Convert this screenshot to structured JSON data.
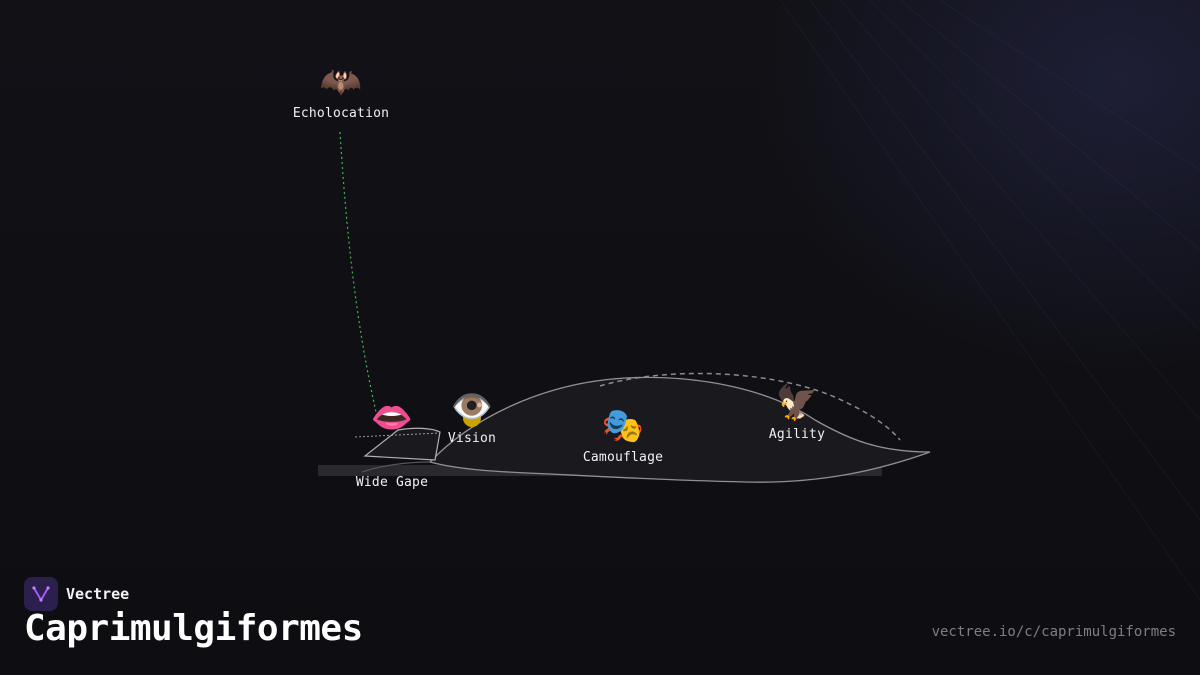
{
  "brand": {
    "name": "Vectree",
    "accent": "#a855f7"
  },
  "title": "Caprimulgiformes",
  "url": "vectree.io/c/caprimulgiformes",
  "nodes": {
    "echolocation": {
      "label": "Echolocation",
      "emoji": "🦇",
      "icon": "bat-icon"
    },
    "vision": {
      "label": "Vision",
      "emoji": "👁️",
      "icon": "eye-icon"
    },
    "camouflage": {
      "label": "Camouflage",
      "emoji": "🎭",
      "icon": "masks-icon"
    },
    "agility": {
      "label": "Agility",
      "emoji": "🦅",
      "icon": "eagle-icon"
    },
    "wide_gape": {
      "label": "Wide Gape",
      "emoji": "👄",
      "icon": "mouth-icon"
    }
  },
  "colors": {
    "background": "#0f0f13",
    "connector_green": "#3fb950",
    "body_fill": "#1a1a1e",
    "body_stroke": "#9a9aa0"
  }
}
